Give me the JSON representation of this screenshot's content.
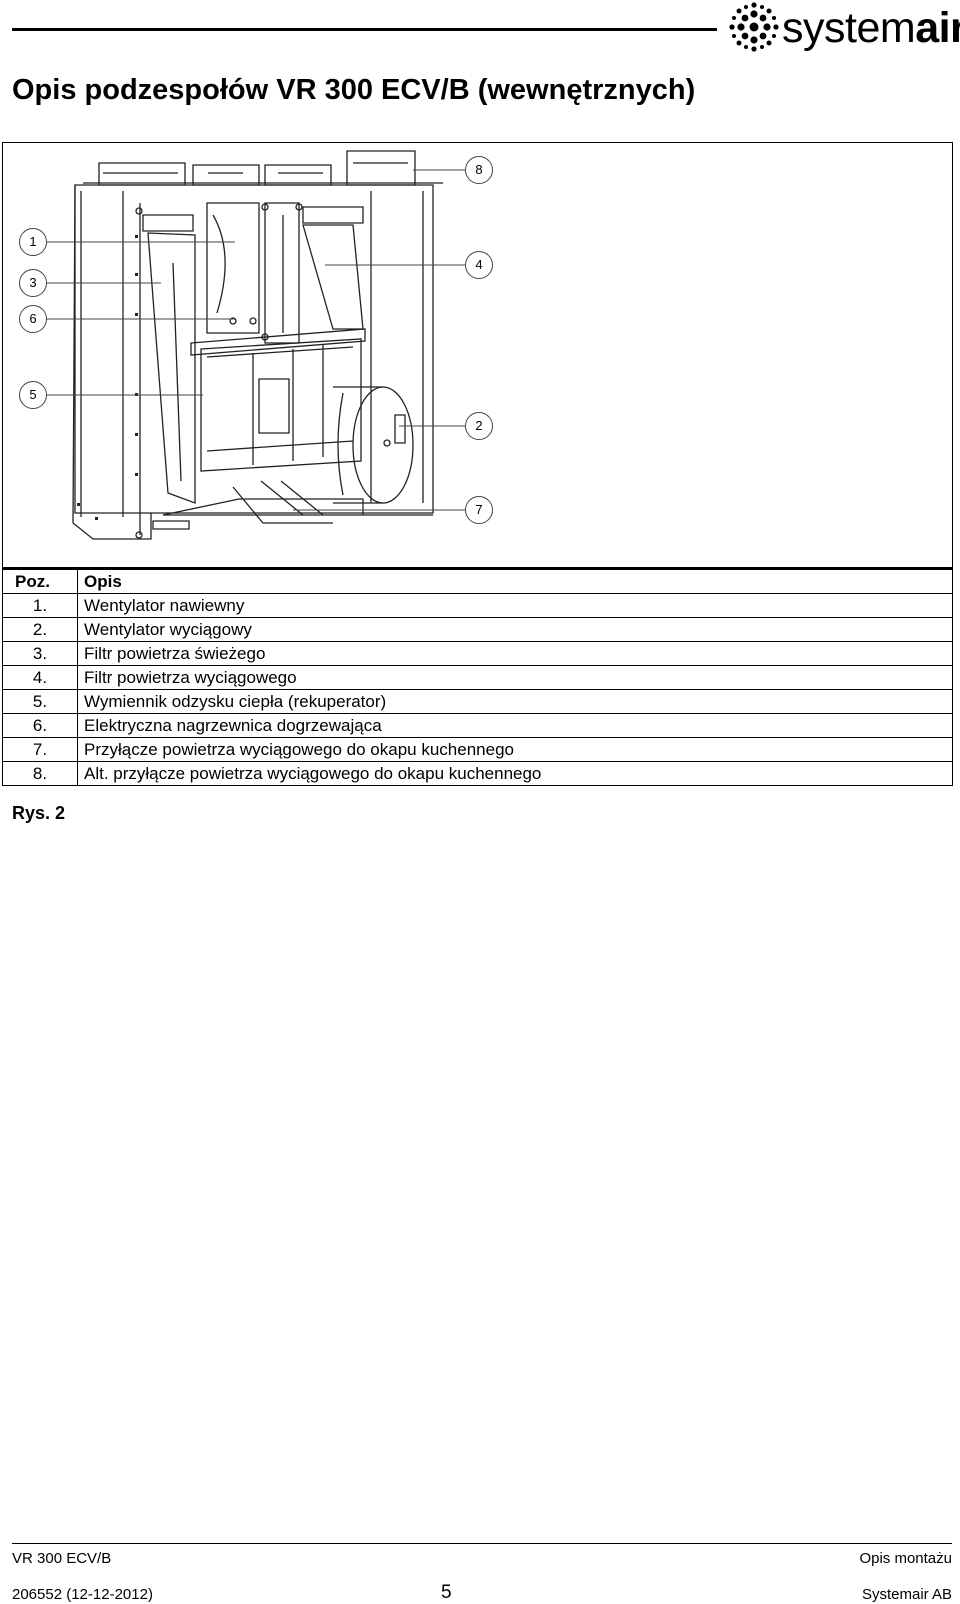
{
  "header": {
    "logo_text_light": "system",
    "logo_text_bold": "air",
    "logo_icon": "systemair-dot-logo-icon"
  },
  "page_title": "Opis podzespołów VR 300 ECV/B (wewnętrznych)",
  "figure": {
    "callouts": [
      "1",
      "3",
      "6",
      "5",
      "8",
      "4",
      "2",
      "7"
    ]
  },
  "table": {
    "headers": {
      "poz": "Poz.",
      "opis": "Opis"
    },
    "rows": [
      {
        "poz": "1.",
        "opis": "Wentylator nawiewny"
      },
      {
        "poz": "2.",
        "opis": "Wentylator wyciągowy"
      },
      {
        "poz": "3.",
        "opis": "Filtr powietrza świeżego"
      },
      {
        "poz": "4.",
        "opis": "Filtr powietrza wyciągowego"
      },
      {
        "poz": "5.",
        "opis": "Wymiennik odzysku ciepła (rekuperator)"
      },
      {
        "poz": "6.",
        "opis": "Elektryczna nagrzewnica dogrzewająca"
      },
      {
        "poz": "7.",
        "opis": "Przyłącze powietrza wyciągowego do okapu kuchennego"
      },
      {
        "poz": "8.",
        "opis": "Alt. przyłącze powietrza wyciągowego do okapu kuchennego"
      }
    ]
  },
  "figure_caption": "Rys. 2",
  "footer": {
    "model": "VR 300 ECV/B",
    "section": "Opis montażu",
    "doc_number": "206552 (12-12-2012)",
    "page": "5",
    "company": "Systemair AB"
  }
}
